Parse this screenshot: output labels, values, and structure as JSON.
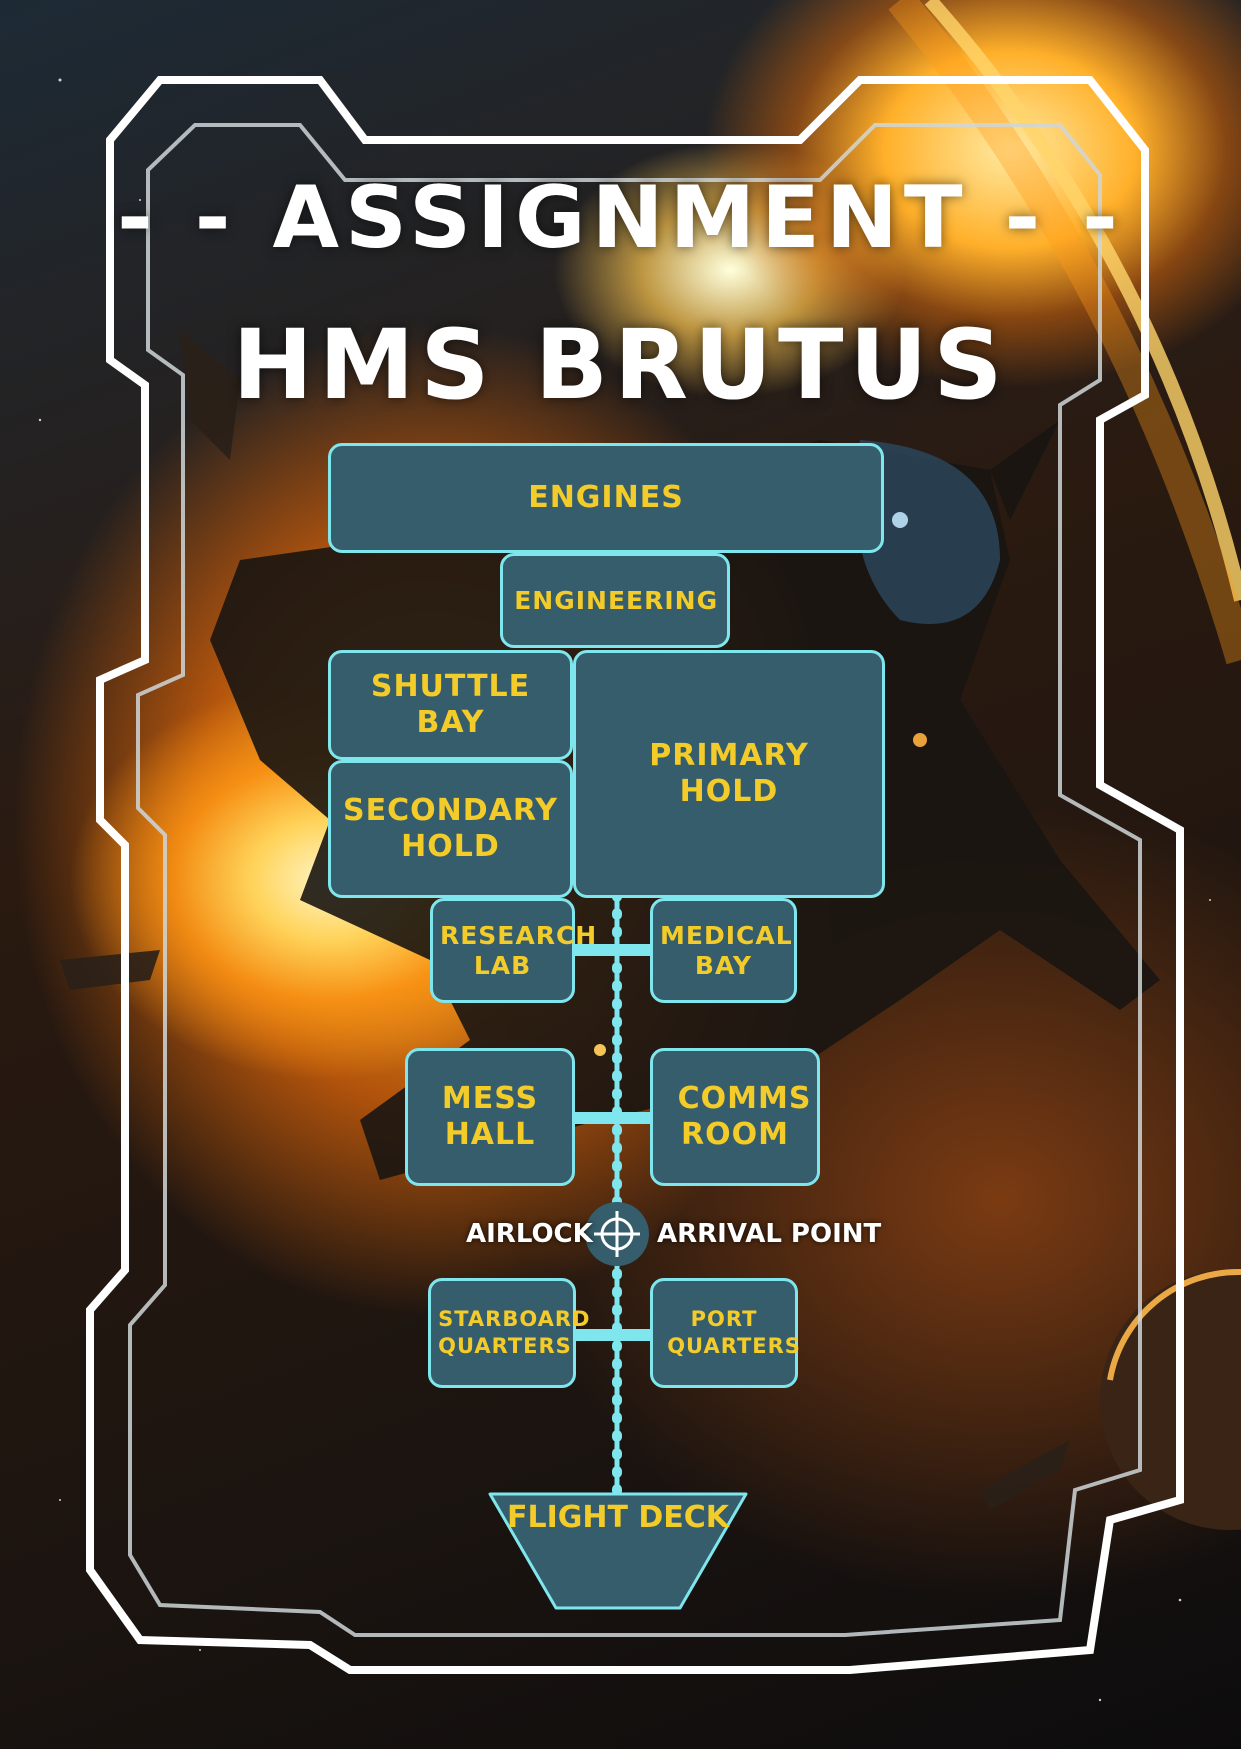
{
  "title": {
    "line1": "- - ASSIGNMENT - -",
    "line2": "HMS BRUTUS"
  },
  "rooms": {
    "engines": "ENGINES",
    "engineering": "ENGINEERING",
    "shuttle_bay": "SHUTTLE BAY",
    "primary_hold": "PRIMARY HOLD",
    "secondary_hold": "SECONDARY HOLD",
    "research_lab": "RESEARCH LAB",
    "medical_bay": "MEDICAL BAY",
    "mess_hall": "MESS HALL",
    "comms_room": "COMMS ROOM",
    "starboard_quarters": "STARBOARD QUARTERS",
    "port_quarters": "PORT QUARTERS",
    "flight_deck": "FLIGHT DECK"
  },
  "markers": {
    "airlock": "AIRLOCK",
    "arrival_point": "ARRIVAL POINT",
    "icon": "crosshair-icon"
  },
  "colors": {
    "room_fill": "#365d6b",
    "room_border": "#7fe6ee",
    "room_text": "#f4cc2a",
    "corridor": "#7fe6ee",
    "frame": "#ffffff"
  }
}
